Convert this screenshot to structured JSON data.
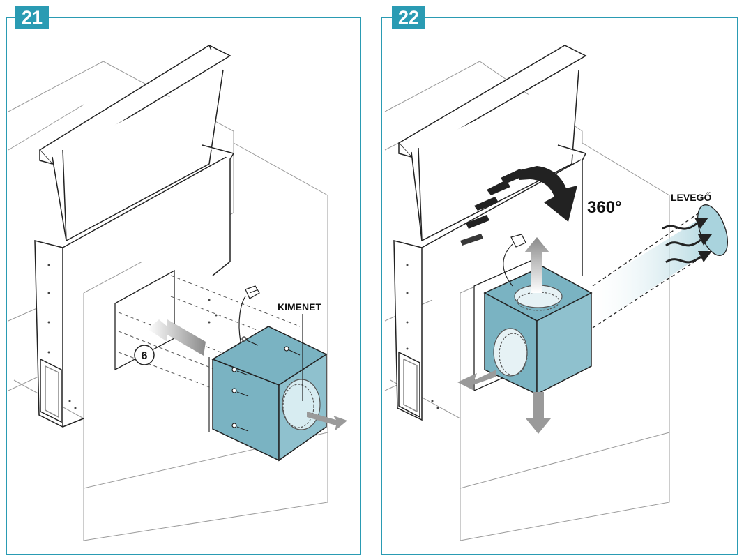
{
  "steps": [
    {
      "number": "21",
      "labels": {
        "outlet": "KIMENET",
        "part_number": "6"
      }
    },
    {
      "number": "22",
      "labels": {
        "rotation": "360°",
        "air": "LEVEGŐ"
      }
    }
  ],
  "colors": {
    "accent": "#2a9bb3",
    "motor_box": "#7ab3c2",
    "line": "#222222",
    "arrow": "#9a9a9a"
  }
}
